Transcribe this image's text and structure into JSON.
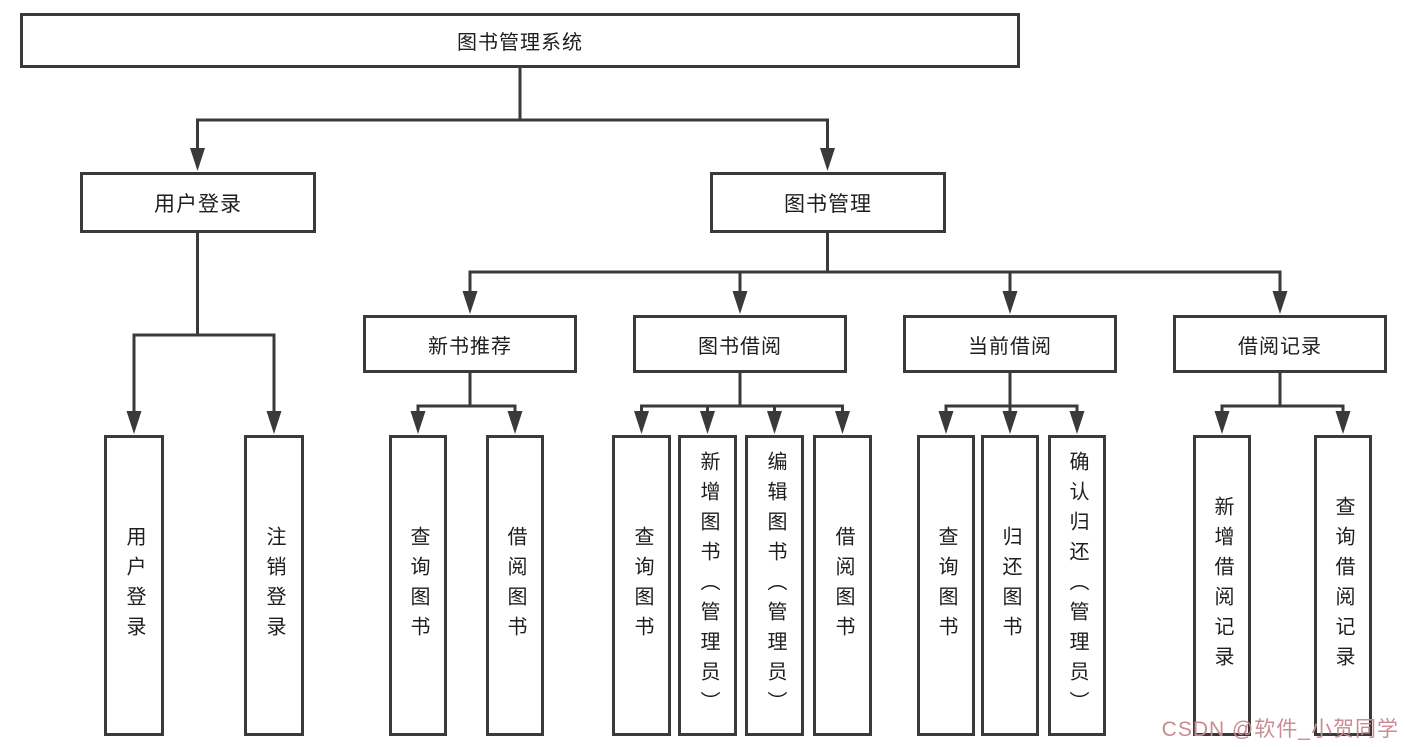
{
  "diagram_type": "hierarchy-tree",
  "tree": {
    "label": "图书管理系统",
    "children": [
      {
        "label": "用户登录",
        "children": [
          {
            "label": "用户登录"
          },
          {
            "label": "注销登录"
          }
        ]
      },
      {
        "label": "图书管理",
        "children": [
          {
            "label": "新书推荐",
            "children": [
              {
                "label": "查询图书"
              },
              {
                "label": "借阅图书"
              }
            ]
          },
          {
            "label": "图书借阅",
            "children": [
              {
                "label": "查询图书"
              },
              {
                "label": "新增图书（管理员）"
              },
              {
                "label": "编辑图书（管理员）"
              },
              {
                "label": "借阅图书"
              }
            ]
          },
          {
            "label": "当前借阅",
            "children": [
              {
                "label": "查询图书"
              },
              {
                "label": "归还图书"
              },
              {
                "label": "确认归还（管理员）"
              }
            ]
          },
          {
            "label": "借阅记录",
            "children": [
              {
                "label": "新增借阅记录"
              },
              {
                "label": "查询借阅记录"
              }
            ]
          }
        ]
      }
    ]
  },
  "watermark": {
    "text": "CSDN @软件_小贺同学",
    "color": "#cb8b92"
  },
  "colors": {
    "line": "#3a3a3a",
    "box_border": "#3a3a3a",
    "text": "#1e1e1e",
    "background": "#ffffff"
  }
}
